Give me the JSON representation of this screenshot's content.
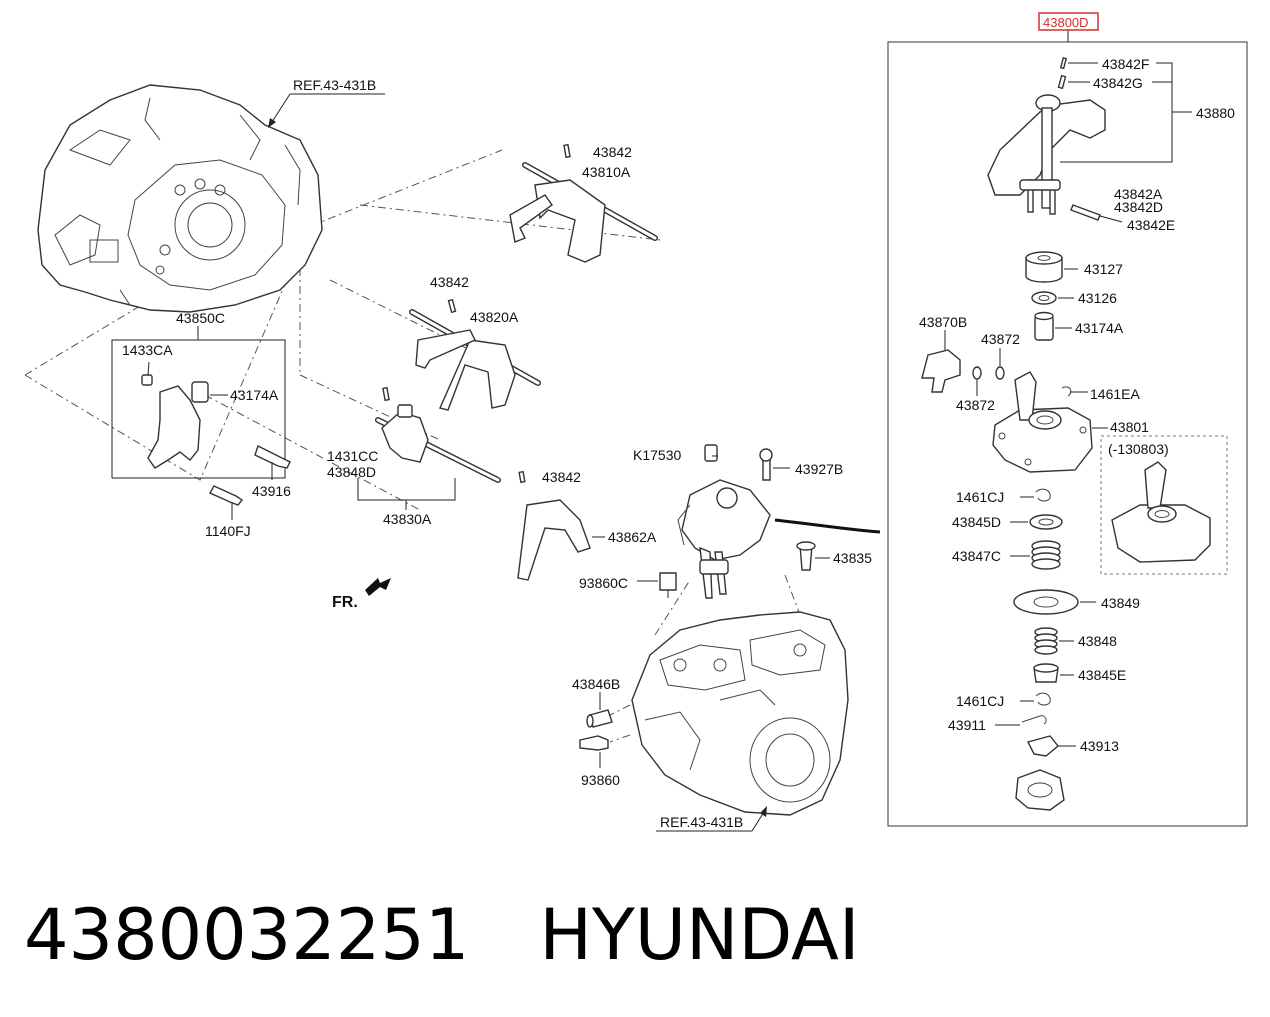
{
  "part_number": "4380032251",
  "brand": "HYUNDAI",
  "diagram": {
    "ref_top": "REF.43-431B",
    "ref_bottom": "REF.43-431B",
    "assembly_code": "43800D",
    "front_marker": "FR.",
    "variant_note": "(-130803)",
    "accent_color": "#d32f2f",
    "left_labels": {
      "l_43842_top": "43842",
      "l_43810A": "43810A",
      "l_43842_mid": "43842",
      "l_43820A": "43820A",
      "l_43850C": "43850C",
      "l_1433CA": "1433CA",
      "l_43174A_left": "43174A",
      "l_43916": "43916",
      "l_1140FJ": "1140FJ",
      "l_1431CC": "1431CC",
      "l_43848D": "43848D",
      "l_43830A": "43830A",
      "l_43842_low": "43842",
      "l_43862A": "43862A",
      "l_K17530": "K17530",
      "l_43927B": "43927B",
      "l_93860C": "93860C",
      "l_43835": "43835",
      "l_43846B": "43846B",
      "l_93860": "93860"
    },
    "right_labels": {
      "r_43842F": "43842F",
      "r_43842G": "43842G",
      "r_43880": "43880",
      "r_43842A": "43842A",
      "r_43842D": "43842D",
      "r_43842E": "43842E",
      "r_43127": "43127",
      "r_43126": "43126",
      "r_43174A": "43174A",
      "r_43870B": "43870B",
      "r_43872_a": "43872",
      "r_43872_b": "43872",
      "r_1461EA": "1461EA",
      "r_43801": "43801",
      "r_1461CJ_a": "1461CJ",
      "r_43845D": "43845D",
      "r_43847C": "43847C",
      "r_43849": "43849",
      "r_43848": "43848",
      "r_43845E": "43845E",
      "r_1461CJ_b": "1461CJ",
      "r_43911": "43911",
      "r_43913": "43913"
    }
  }
}
